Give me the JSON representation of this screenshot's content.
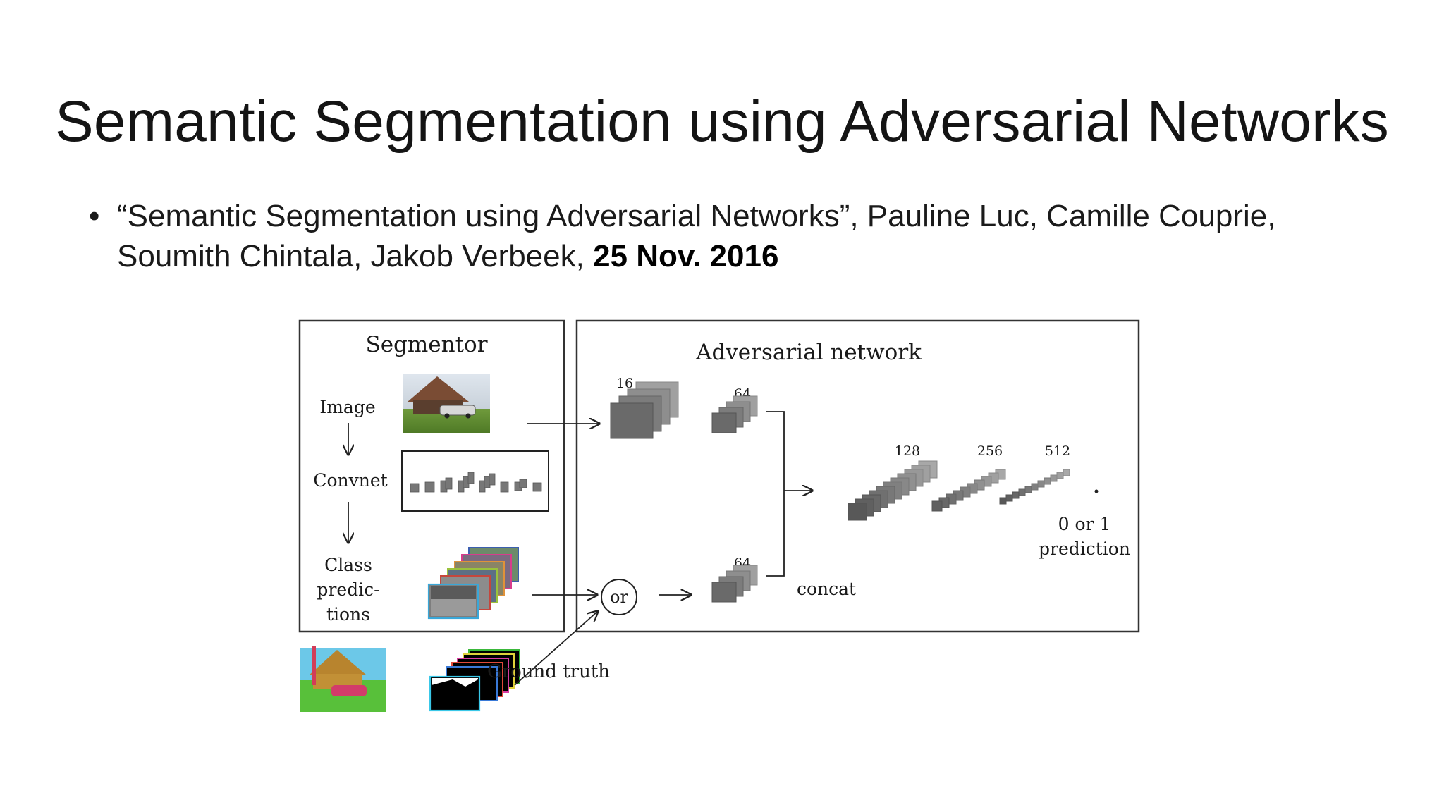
{
  "slide": {
    "title": "Semantic Segmentation using Adversarial Networks",
    "bullet_symbol": "•",
    "citation_quote": "“Semantic Segmentation using Adversarial Networks”, Pauline Luc, Camille Couprie, Soumith Chintala, Jakob Verbeek, ",
    "citation_date": "25 Nov. 2016"
  },
  "figure": {
    "segmentor_title": "Segmentor",
    "adversarial_title": "Adversarial network",
    "image_label": "Image",
    "convnet_label": "Convnet",
    "class_label_line1": "Class",
    "class_label_line2": "predic-",
    "class_label_line3": "tions",
    "or_label": "or",
    "ground_truth_label": "Ground truth",
    "concat_label": "concat",
    "channels_16": "16",
    "channels_64_top": "64",
    "channels_64_bottom": "64",
    "channels_128": "128",
    "channels_256": "256",
    "channels_512": "512",
    "output_label_line1": "0 or 1",
    "output_label_line2": "prediction"
  }
}
